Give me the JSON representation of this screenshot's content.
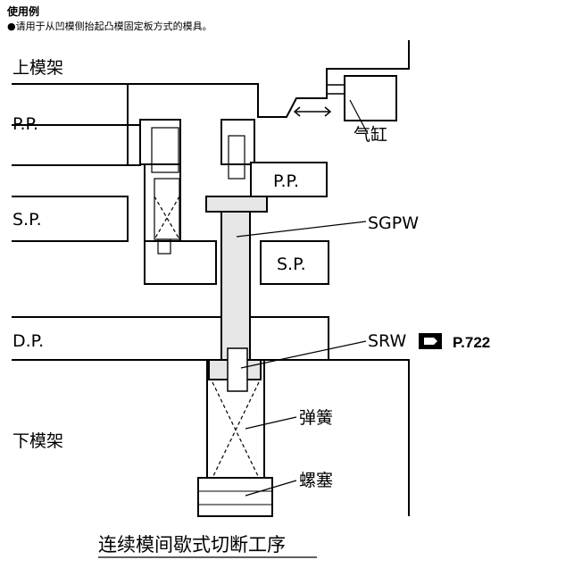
{
  "header": {
    "title": "使用例",
    "note": "●请用于从凹模侧抬起凸模固定板方式的模具。"
  },
  "diagram": {
    "labels": {
      "upper_frame": "上模架",
      "pp_left": "P.P.",
      "pp_right": "P.P.",
      "sp_left": "S.P.",
      "sp_right": "S.P.",
      "dp": "D.P.",
      "lower_frame": "下模架",
      "cylinder": "气缸",
      "sgpw": "SGPW",
      "srw": "SRW",
      "page_ref": "P.722",
      "spring": "弹簧",
      "plug": "螺塞"
    },
    "caption": "连续模间歇式切断工序"
  },
  "colors": {
    "line": "#000000",
    "part_fill": "#e6e6e6",
    "background": "#ffffff"
  }
}
